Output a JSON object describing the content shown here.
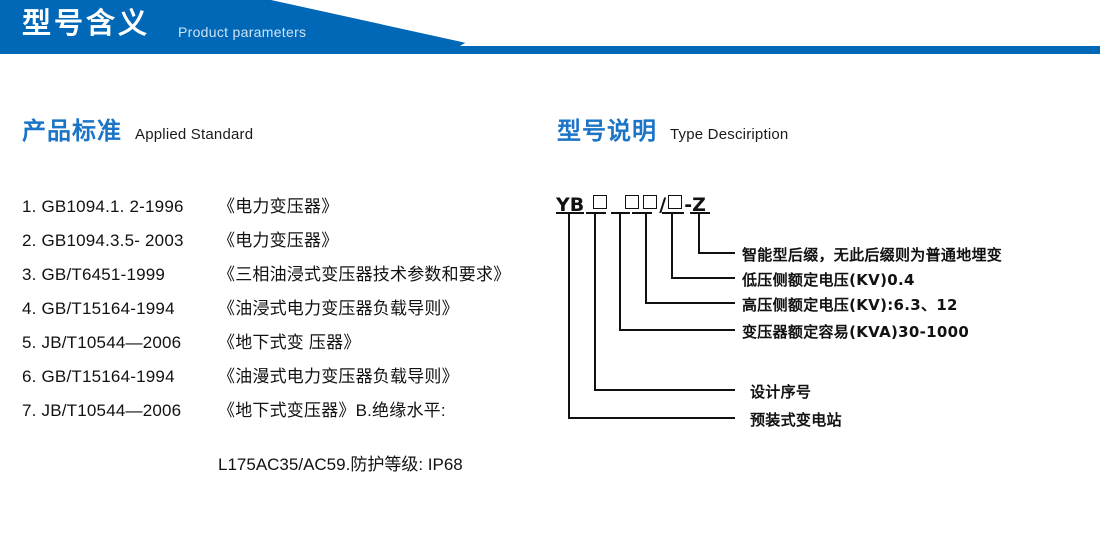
{
  "header": {
    "title_cn": "型号含义",
    "title_en": "Product parameters",
    "brand_color": "#0068b7"
  },
  "sections": {
    "standard": {
      "title_cn": "产品标准",
      "title_en": "Applied Standard",
      "heading_color": "#1b74c6"
    },
    "type": {
      "title_cn": "型号说明",
      "title_en": "Type Desciription",
      "heading_color": "#1b74c6"
    }
  },
  "standards": [
    {
      "index": "1.",
      "code": "GB1094.1. 2-1996",
      "name": "《电力变压器》"
    },
    {
      "index": "2.",
      "code": "GB1094.3.5- 2003",
      "name": "《电力变压器》"
    },
    {
      "index": "3.",
      "code": "GB/T6451-1999",
      "name": "《三相油浸式变压器技术参数和要求》"
    },
    {
      "index": "4.",
      "code": "GB/T15164-1994",
      "name": "《油浸式电力变压器负载导则》"
    },
    {
      "index": "5.",
      "code": "JB/T10544—2006",
      "name": "《地下式变 压器》"
    },
    {
      "index": "6.",
      "code": "GB/T15164-1994",
      "name": "《油漫式电力变压器负载导则》"
    },
    {
      "index": "7.",
      "code": "JB/T10544—2006",
      "name": "《地下式变压器》B.绝缘水平:"
    }
  ],
  "standards_continuation": "L175AC35/AC59.防护等级: IP68",
  "type_code": {
    "prefix": "YB",
    "suffix": "Z",
    "separator": "/",
    "dash": "-",
    "segments": [
      "box",
      "box",
      "box",
      "box"
    ],
    "full_text": "YB □ □□/□ - Z"
  },
  "type_labels": [
    {
      "id": "intelligent-suffix",
      "text": "智能型后缀，无此后缀则为普通地埋变"
    },
    {
      "id": "lv-rated-voltage",
      "text": "低压侧额定电压(KV)0.4"
    },
    {
      "id": "hv-rated-voltage",
      "text": "高压侧额定电压(KV):6.3、12"
    },
    {
      "id": "rated-capacity",
      "text": "变压器额定容易(KVA)30-1000"
    },
    {
      "id": "design-serial-number",
      "text": "设计序号"
    },
    {
      "id": "prefab-substation",
      "text": "预装式变电站"
    }
  ]
}
